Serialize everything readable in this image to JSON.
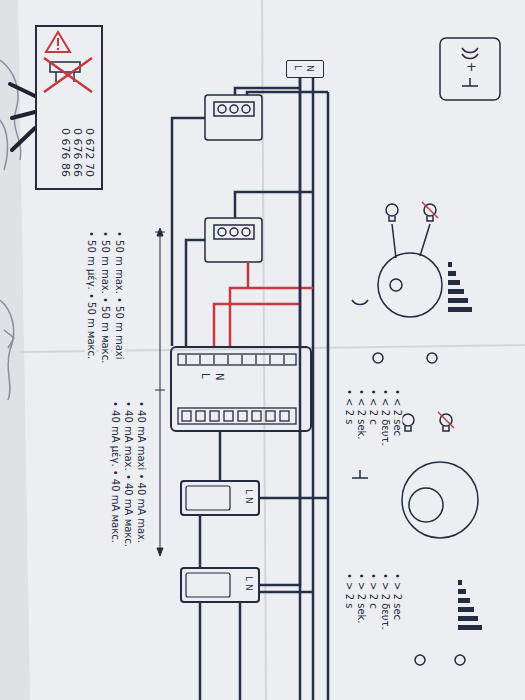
{
  "diagram": {
    "nodes": [
      {
        "text": [
          "0 672 70",
          "0 676 66",
          "0 676 86"
        ]
      },
      {
        "text": [
          "L",
          "N"
        ]
      },
      {
        "text": [
          "L",
          "N"
        ]
      },
      {
        "text": [
          "L N"
        ]
      },
      {
        "text": [
          "L N"
        ]
      }
    ],
    "edges": [
      {
        "from": 1,
        "to": 2,
        "arrow": "none"
      },
      {
        "from": 2,
        "to": 3,
        "arrow": "none"
      },
      {
        "from": 2,
        "to": 4,
        "arrow": "none"
      },
      {
        "from": 3,
        "to": 4,
        "arrow": "none"
      }
    ],
    "labels": [
      "+",
      "• 50 m max. • 50 m maxi",
      "• 50 m max. • 50 m макс.",
      "• 50 m μέγ. • 50 m макс.",
      "• 40 mA maxi • 40 mA max.",
      "• 40 mA max. • 40 mA макс.",
      "• 40 mA μέγ. • 40 mA макс.",
      "• < 2 sec",
      "• < 2 δευτ.",
      "• < 2 c",
      "• < 2 sek.",
      "• < 2 s",
      "• > 2 sec",
      "• > 2 δευτ.",
      "• > 2 c",
      "• > 2 sek.",
      "• > 2 s"
    ]
  }
}
